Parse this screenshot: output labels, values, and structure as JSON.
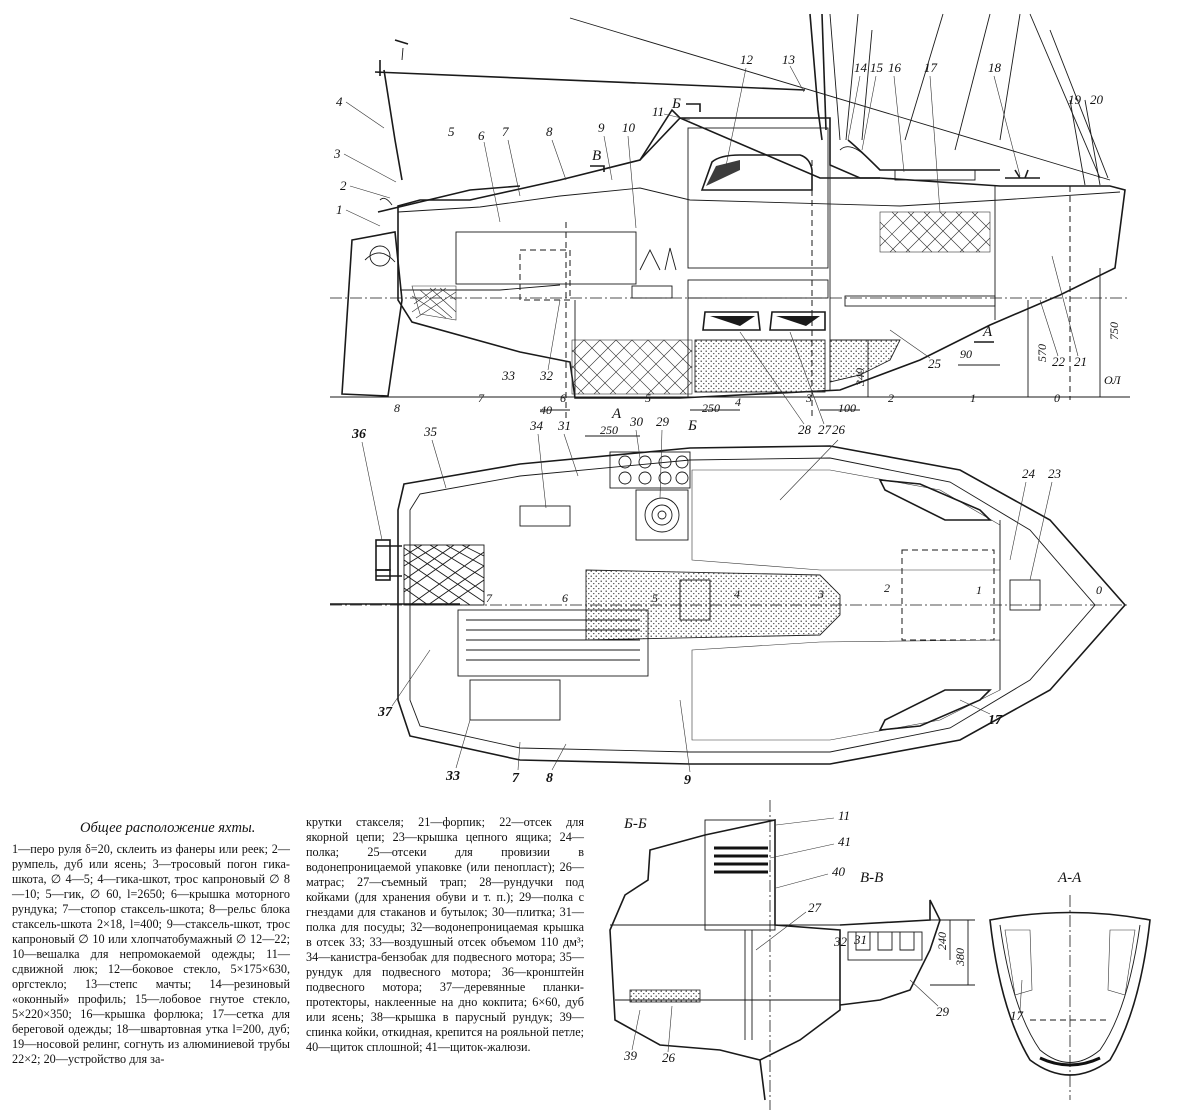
{
  "title": "Общее расположение яхты.",
  "legend": {
    "column1": "1—перо руля δ=20, склеить из фанеры или реек; 2—румпель, дуб или ясень; 3—тросовый погон гика-шкота, ∅ 4—5; 4—гика-шкот, трос капроновый ∅ 8—10; 5—гик, ∅ 60, l=2650; 6—крышка моторного рундука; 7—стопор стаксель-шкота; 8—рельс блока стаксель-шкота 2×18, l=400; 9—стаксель-шкот, трос капроновый ∅ 10 или хлопчатобумажный ∅ 12—22; 10—вешалка для непромокаемой одежды; 11—сдвижной люк; 12—боковое стекло, 5×175×630, оргстекло; 13—степс мачты; 14—резиновый «оконный» профиль; 15—лобовое гнутое стекло, 5×220×350; 16—крышка форлюка; 17—сетка для береговой одежды; 18—швартовная утка l=200, дуб; 19—носовой релинг, согнуть из алюминиевой трубы 22×2; 20—устройство для за-",
    "column2": "крутки стакселя; 21—форпик; 22—отсек для якорной цепи; 23—крышка цепного ящика; 24—полка; 25—отсеки для провизии в водонепроницаемой упаковке (или пенопласт); 26—матрас; 27—съемный трап; 28—рундучки под койками (для хранения обуви и т. п.); 29—полка с гнездами для стаканов и бутылок; 30—плитка; 31—полка для посуды; 32—водонепроницаемая крышка в отсек 33; 33—воздушный отсек объемом 110 дм³; 34—канистра-бензобак для подвесного мотора; 35—рундук для подвесного мотора; 36—кронштейн подвесного мотора; 37—деревянные планки-протекторы, наклеенные на дно кокпита; 6×60, дуб или ясень; 38—крышка в парусный рундук; 39—спинка койки, откидная, крепится на рояльной петле; 40—щиток сплошной; 41—щиток-жалюзи."
  },
  "profile_callouts": [
    "1",
    "2",
    "3",
    "4",
    "5",
    "6",
    "7",
    "8",
    "9",
    "10",
    "11",
    "12",
    "13",
    "14",
    "15",
    "16",
    "17",
    "18",
    "19",
    "20",
    "21",
    "22",
    "25",
    "27",
    "28",
    "32",
    "33"
  ],
  "plan_callouts": [
    "36",
    "35",
    "34",
    "31",
    "30",
    "29",
    "26",
    "24",
    "23",
    "37",
    "33",
    "7",
    "8",
    "9",
    "17"
  ],
  "profile_dims": [
    "750",
    "570",
    "340",
    "90",
    "100",
    "250",
    "40",
    "ОЛ"
  ],
  "plan_dims": [
    "250"
  ],
  "section_markers": [
    "Б",
    "В",
    "А",
    "Б",
    "А"
  ],
  "stations": [
    "8",
    "7",
    "6",
    "5",
    "4",
    "3",
    "2",
    "1",
    "0"
  ],
  "section_bb": {
    "title": "Б-Б",
    "callouts": [
      "11",
      "41",
      "40",
      "27",
      "39",
      "26"
    ]
  },
  "section_vv": {
    "title": "В-В",
    "callouts": [
      "32",
      "31",
      "29"
    ],
    "dims": [
      "240",
      "380"
    ]
  },
  "section_aa": {
    "title": "А-А",
    "callouts": [
      "17"
    ]
  }
}
